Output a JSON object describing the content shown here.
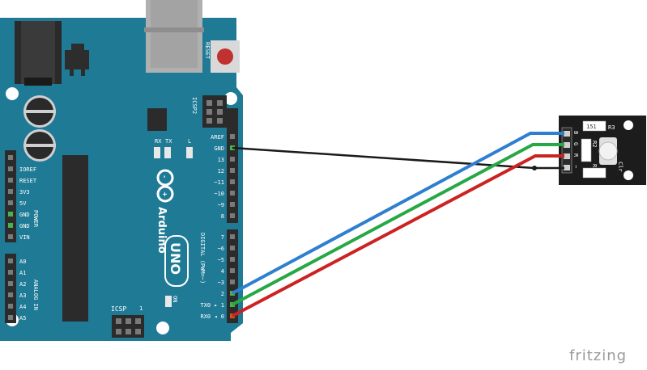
{
  "board": {
    "reset_label": "RESET",
    "icsp2_label": "ICSP2",
    "tx_label": "TX",
    "rx_label": "RX",
    "l_label": "L",
    "brand": "Arduino",
    "model": "UNO",
    "on_label": "ON",
    "icsp_label": "ICSP",
    "icsp_num": "1",
    "digital_label": "DIGITAL (PWM=~)",
    "power_label": "POWER",
    "analog_label": "ANALOG IN",
    "power_pins": [
      "IOREF",
      "RESET",
      "3V3",
      "5V",
      "GND",
      "GND",
      "VIN"
    ],
    "analog_pins": [
      "A0",
      "A1",
      "A2",
      "A3",
      "A4",
      "A5"
    ],
    "digital_top_pins": [
      "AREF",
      "GND",
      "13",
      "12",
      "~11",
      "~10",
      "~9",
      "8"
    ],
    "digital_bottom_pins": [
      "7",
      "~6",
      "~5",
      "4",
      "~3",
      "2",
      "TX0 ▸ 1",
      "RX0 ◂ 0"
    ]
  },
  "module": {
    "pin_labels": [
      "B",
      "G",
      "R",
      "−"
    ],
    "r3": "R3",
    "r2": "R2",
    "r1": "R1",
    "clr": "Clr",
    "res_value": "151"
  },
  "wires": [
    {
      "name": "gnd-wire",
      "color": "#1a1a1a"
    },
    {
      "name": "blue-wire",
      "color": "#2f7fd0"
    },
    {
      "name": "green-wire",
      "color": "#27a845"
    },
    {
      "name": "red-wire",
      "color": "#cc2222"
    }
  ],
  "colors": {
    "board": "#1f7a96",
    "board_dark": "#17657d",
    "header": "#2b2b2b",
    "module": "#1c1c1c"
  },
  "watermark": "fritzing"
}
